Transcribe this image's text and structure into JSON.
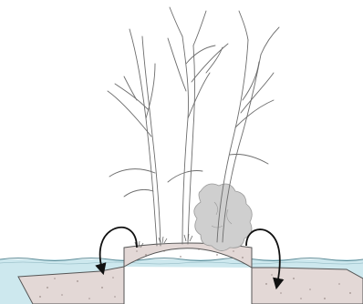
{
  "illustration": {
    "subject": "bare-tree-cluster-on-berm",
    "text_labels": []
  },
  "colors": {
    "background": "#ffffff",
    "water": "#cde8ee",
    "water_line": "#5a8a96",
    "soil": "#e3d8d6",
    "soil_speckle": "#7a6a66",
    "branch": "#6d6d6d",
    "foliage": "#cfcfcf",
    "arrow": "#111111"
  },
  "flow_arrows": [
    {
      "name": "left-fill-arrow",
      "direction": "down-left"
    },
    {
      "name": "right-fill-arrow",
      "direction": "down-right"
    }
  ]
}
